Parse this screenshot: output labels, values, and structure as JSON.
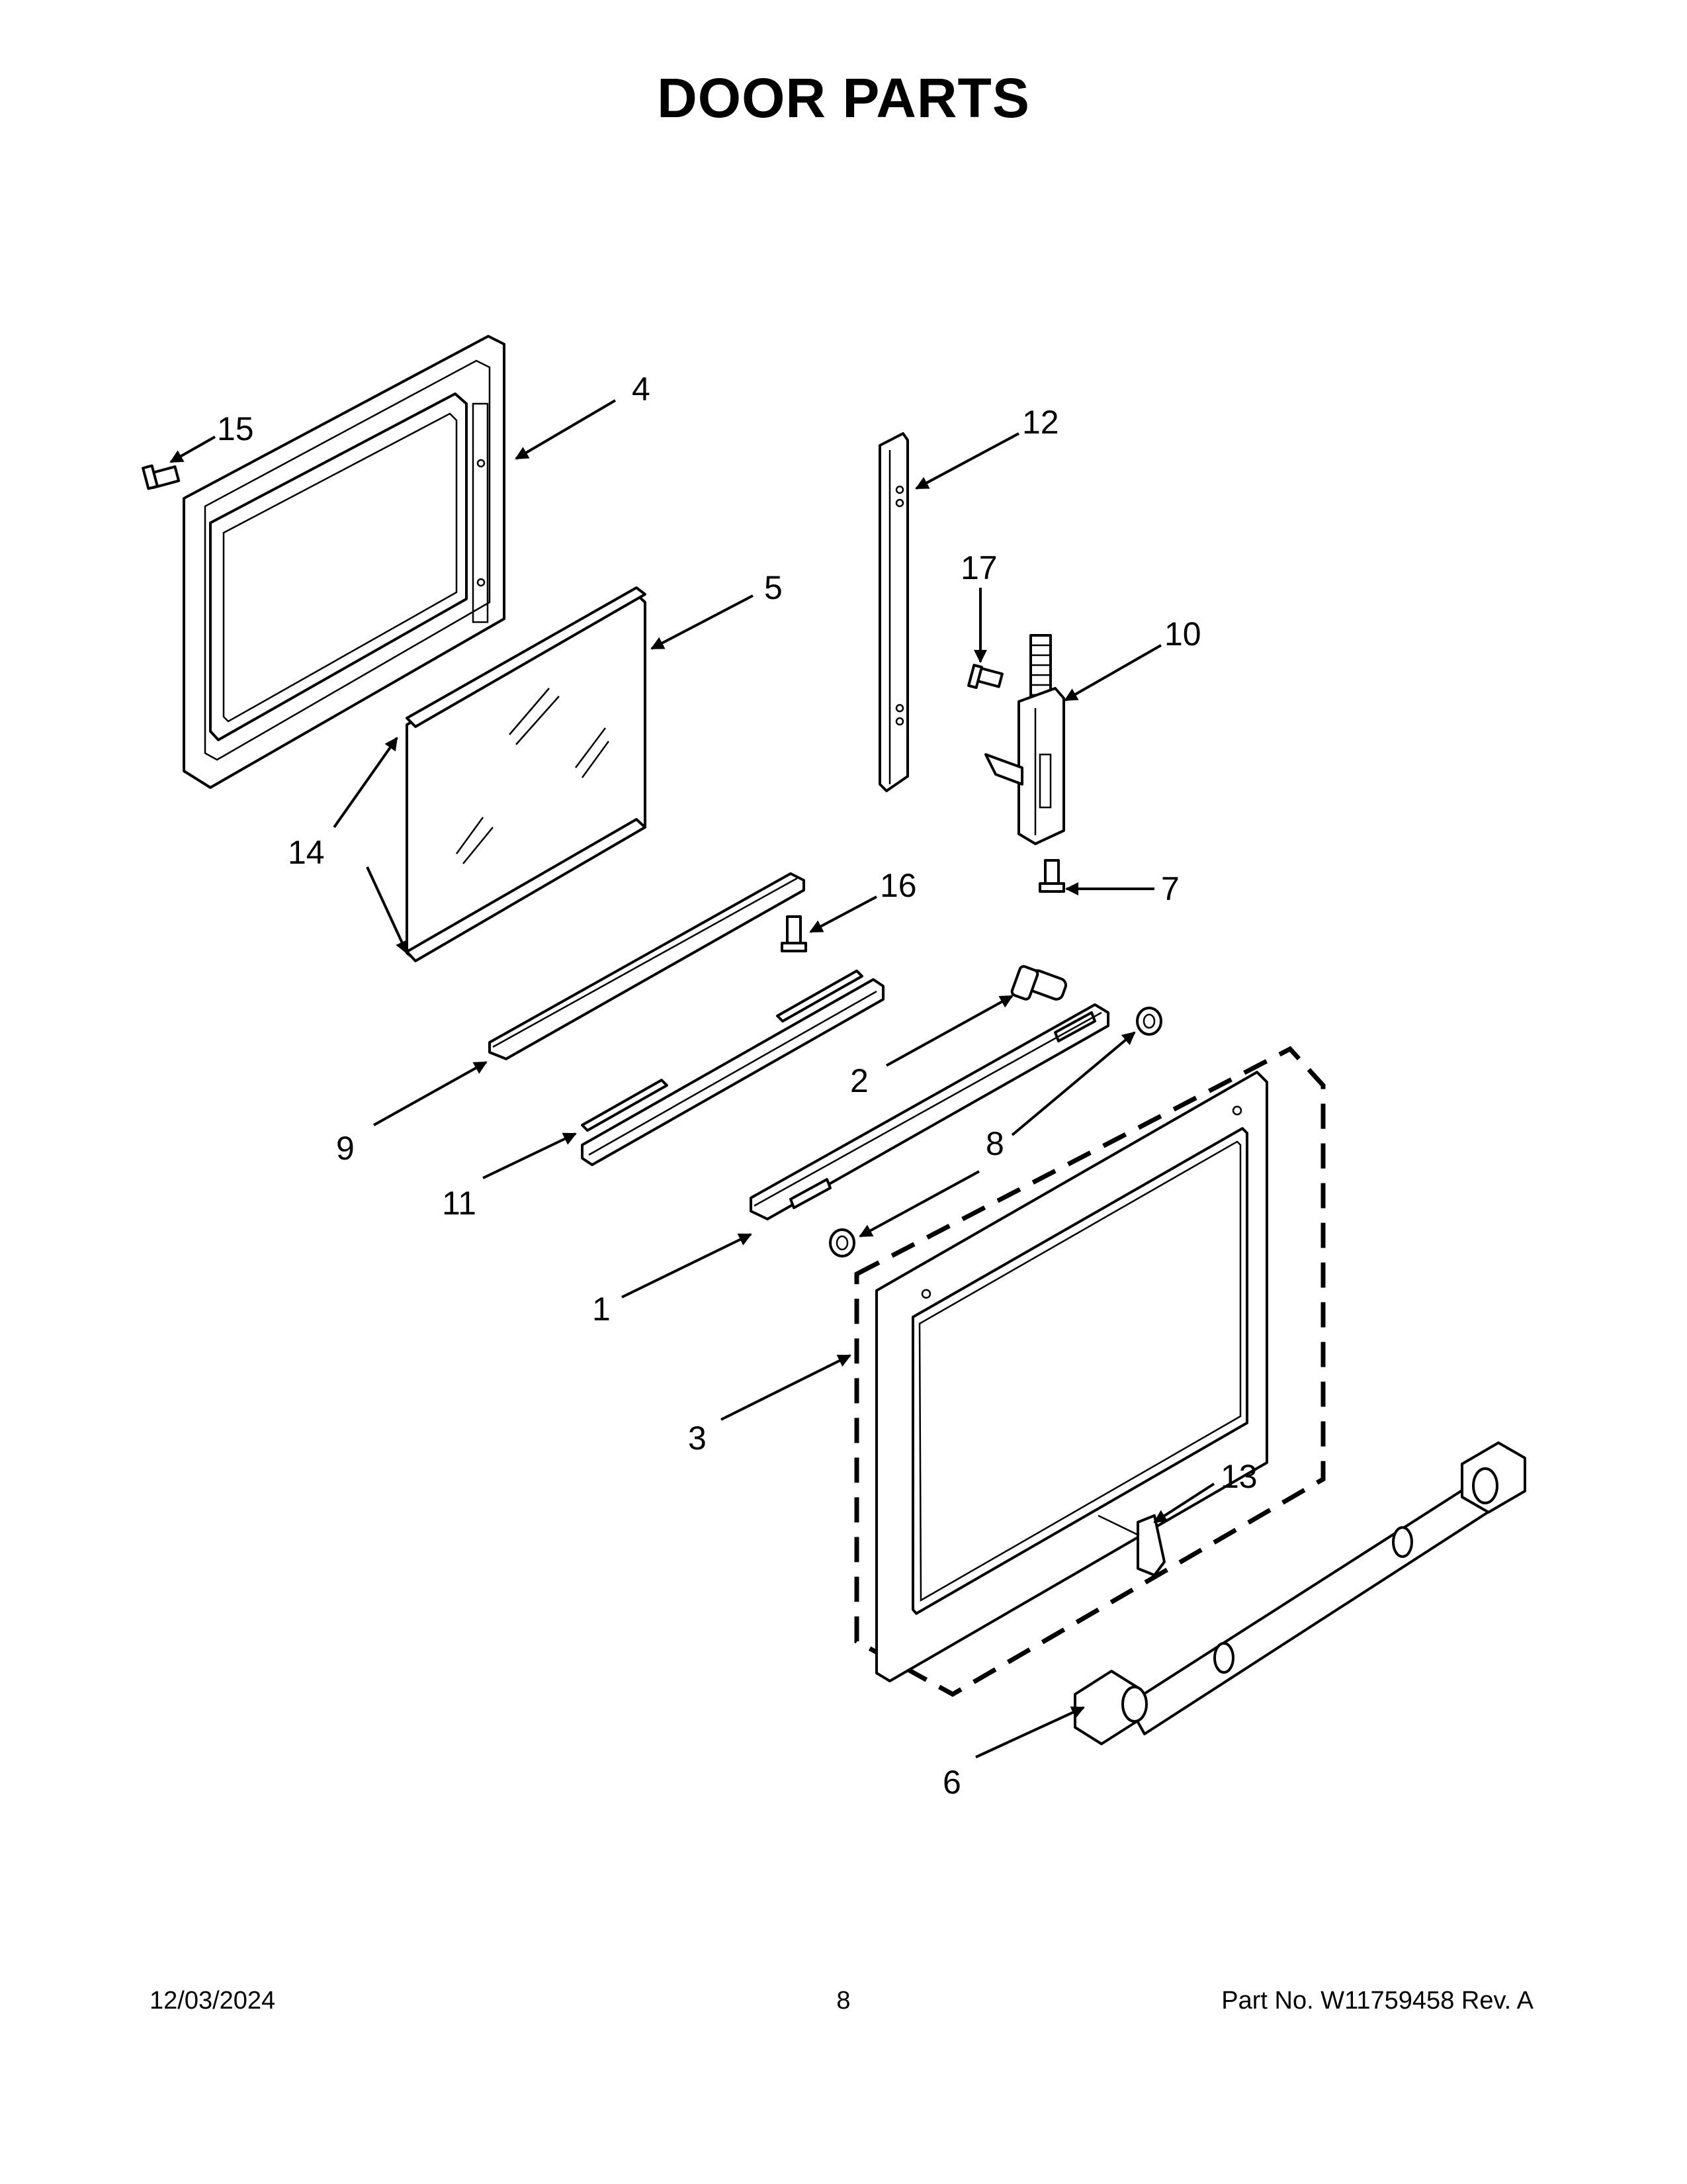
{
  "header": {
    "title": "DOOR PARTS"
  },
  "callouts": [
    {
      "id": "c1",
      "label": "1"
    },
    {
      "id": "c2",
      "label": "2"
    },
    {
      "id": "c3",
      "label": "3"
    },
    {
      "id": "c4",
      "label": "4"
    },
    {
      "id": "c5",
      "label": "5"
    },
    {
      "id": "c6",
      "label": "6"
    },
    {
      "id": "c7",
      "label": "7"
    },
    {
      "id": "c8",
      "label": "8"
    },
    {
      "id": "c9",
      "label": "9"
    },
    {
      "id": "c10",
      "label": "10"
    },
    {
      "id": "c11",
      "label": "11"
    },
    {
      "id": "c12",
      "label": "12"
    },
    {
      "id": "c13",
      "label": "13"
    },
    {
      "id": "c14",
      "label": "14"
    },
    {
      "id": "c15",
      "label": "15"
    },
    {
      "id": "c16",
      "label": "16"
    },
    {
      "id": "c17",
      "label": "17"
    }
  ],
  "footer": {
    "date": "12/03/2024",
    "page": "8",
    "part_number": "Part No.  W11759458  Rev.  A"
  }
}
